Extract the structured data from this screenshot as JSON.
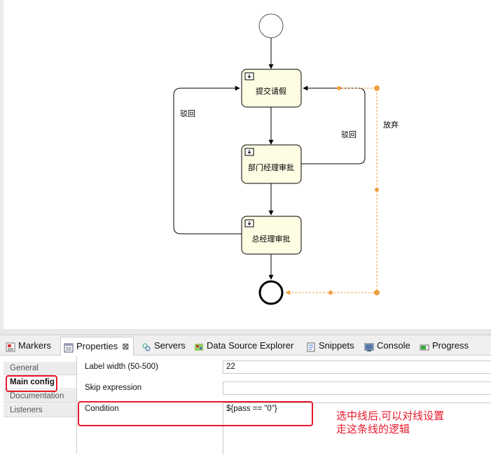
{
  "diagram": {
    "tasks": [
      {
        "id": "submit",
        "label": "提交请假"
      },
      {
        "id": "dept",
        "label": "部门经理审批"
      },
      {
        "id": "gm",
        "label": "总经理审批"
      }
    ],
    "flows": {
      "reject_left": "驳回",
      "reject_right": "驳回",
      "abandon": "放弃"
    }
  },
  "tabs": [
    {
      "label": "Markers",
      "icon": "markers-icon"
    },
    {
      "label": "Properties",
      "icon": "properties-icon",
      "active": true
    },
    {
      "label": "Servers",
      "icon": "servers-icon"
    },
    {
      "label": "Data Source Explorer",
      "icon": "data-source-explorer-icon"
    },
    {
      "label": "Snippets",
      "icon": "snippets-icon"
    },
    {
      "label": "Console",
      "icon": "console-icon"
    },
    {
      "label": "Progress",
      "icon": "progress-icon"
    }
  ],
  "nav": [
    "General",
    "Main config",
    "Documentation",
    "Listeners"
  ],
  "properties": {
    "label_width": {
      "label": "Label width (50-500)",
      "value": "22"
    },
    "skip_expression": {
      "label": "Skip expression",
      "value": ""
    },
    "condition": {
      "label": "Condition",
      "value": "${pass == \"0\"}"
    }
  },
  "annotation": {
    "line1": "选中线后,可以对线设置",
    "line2": "走这条线的逻辑"
  },
  "colors": {
    "task_fill": "#fefde3",
    "selected_flow": "#f0a040",
    "annotation_red": "#e8192c"
  }
}
